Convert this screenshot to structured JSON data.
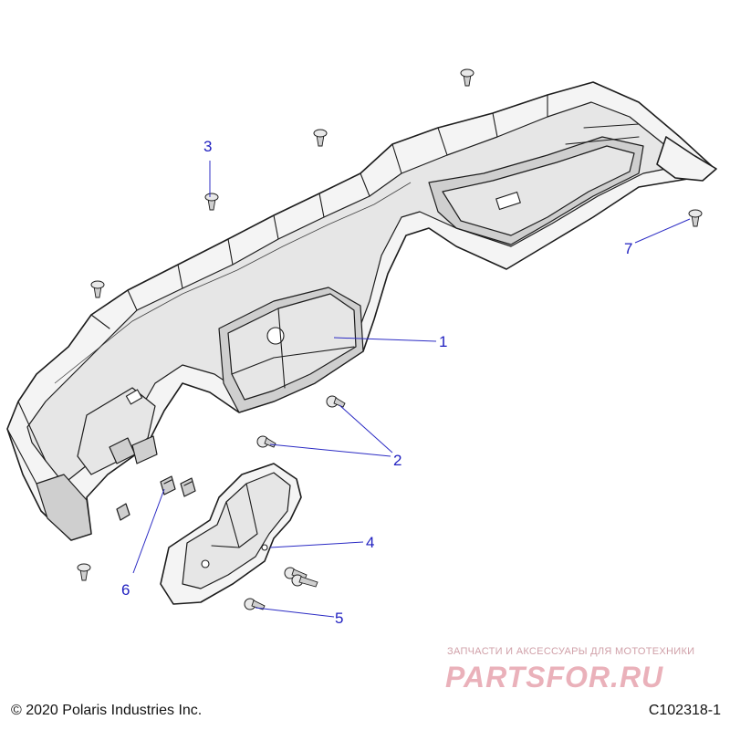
{
  "callouts": [
    {
      "id": "1",
      "label": "1"
    },
    {
      "id": "2",
      "label": "2"
    },
    {
      "id": "3",
      "label": "3"
    },
    {
      "id": "4",
      "label": "4"
    },
    {
      "id": "5",
      "label": "5"
    },
    {
      "id": "6",
      "label": "6"
    },
    {
      "id": "7",
      "label": "7"
    }
  ],
  "footer": {
    "copyright": "© 2020 Polaris Industries Inc.",
    "diagram_id": "C102318-1"
  },
  "watermark": {
    "tagline": "ЗАПЧАСТИ И АКСЕССУАРЫ ДЛЯ МОТОТЕХНИКИ",
    "brand": "PARTSFOR.RU"
  },
  "colors": {
    "callout": "#2020c0",
    "leader": "#2b2bc4",
    "watermark": "#eab1ba"
  }
}
